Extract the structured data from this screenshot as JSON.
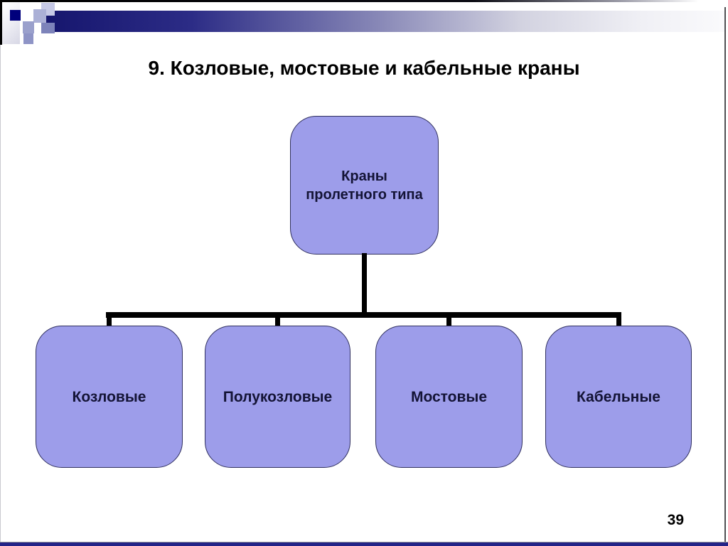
{
  "slide": {
    "title": "9. Козловые, мостовые и кабельные краны",
    "page_number": "39"
  },
  "diagram": {
    "root": {
      "label": "Краны пролетного типа"
    },
    "children": [
      {
        "label": "Козловые"
      },
      {
        "label": "Полукозловые"
      },
      {
        "label": "Мостовые"
      },
      {
        "label": "Кабельные"
      }
    ]
  },
  "colors": {
    "node_fill": "#9d9dea",
    "node_border": "#2f2f5e",
    "node_text": "#141436",
    "connector": "#000000",
    "accent_navy": "#00007c",
    "bottom_bar": "#232387"
  }
}
